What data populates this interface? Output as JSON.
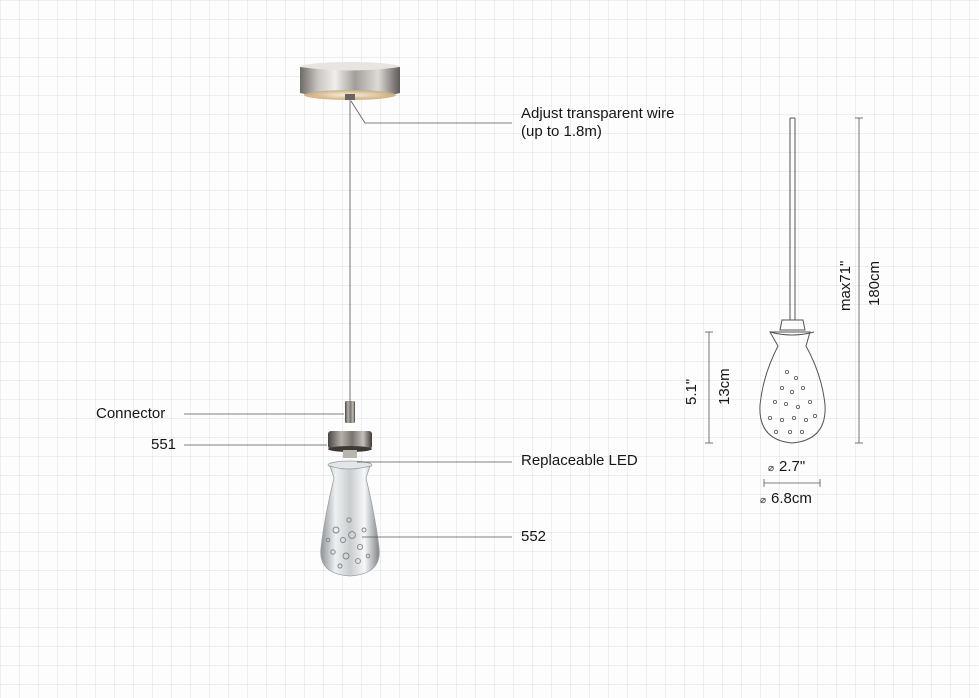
{
  "callouts": {
    "wire_line1": "Adjust transparent wire",
    "wire_line2": "(up to 1.8m)",
    "connector": "Connector",
    "part_551": "551",
    "led": "Replaceable LED",
    "part_552": "552"
  },
  "dimensions": {
    "height_in": "5.1\"",
    "height_cm": "13cm",
    "max_in": "max71\"",
    "max_cm": "180cm",
    "diam_symbol": "⌀",
    "diam_in": "2.7\"",
    "diam_cm": "6.8cm"
  },
  "colors": {
    "line": "#555555",
    "metal": "#a9a49f",
    "metal_dark": "#55504b",
    "glass": "#cfd3d6"
  }
}
